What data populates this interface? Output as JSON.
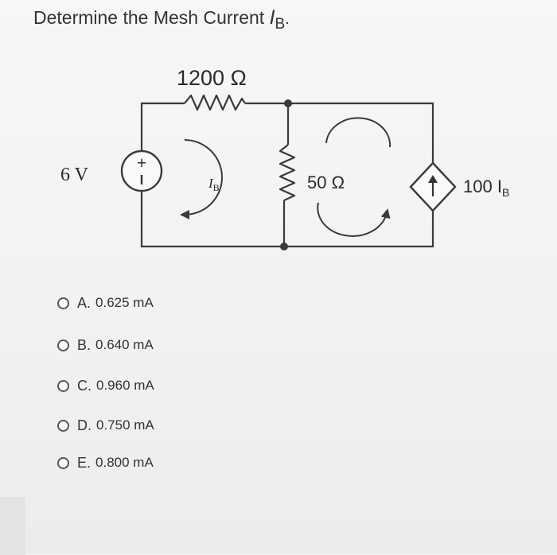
{
  "question": {
    "prefix": "Determine the Mesh Current ",
    "variable": "I",
    "variable_sub": "B",
    "suffix": "."
  },
  "circuit": {
    "resistor_top": "1200 Ω",
    "source_voltage": "6 V",
    "source_plus": "+",
    "mesh_label": "I",
    "mesh_label_sub": "B",
    "resistor_mid": "50 Ω",
    "dependent_source": "100 I",
    "dependent_source_sub": "B"
  },
  "options": [
    {
      "letter": "A.",
      "value": "0.625 mA"
    },
    {
      "letter": "B.",
      "value": "0.640 mA"
    },
    {
      "letter": "C.",
      "value": "0.960 mA"
    },
    {
      "letter": "D.",
      "value": "0.750 mA"
    },
    {
      "letter": "E.",
      "value": "0.800 mA"
    }
  ],
  "colors": {
    "wire": "#3a3a3a",
    "text": "#2a2a2a",
    "background": "#f4f4f4"
  }
}
